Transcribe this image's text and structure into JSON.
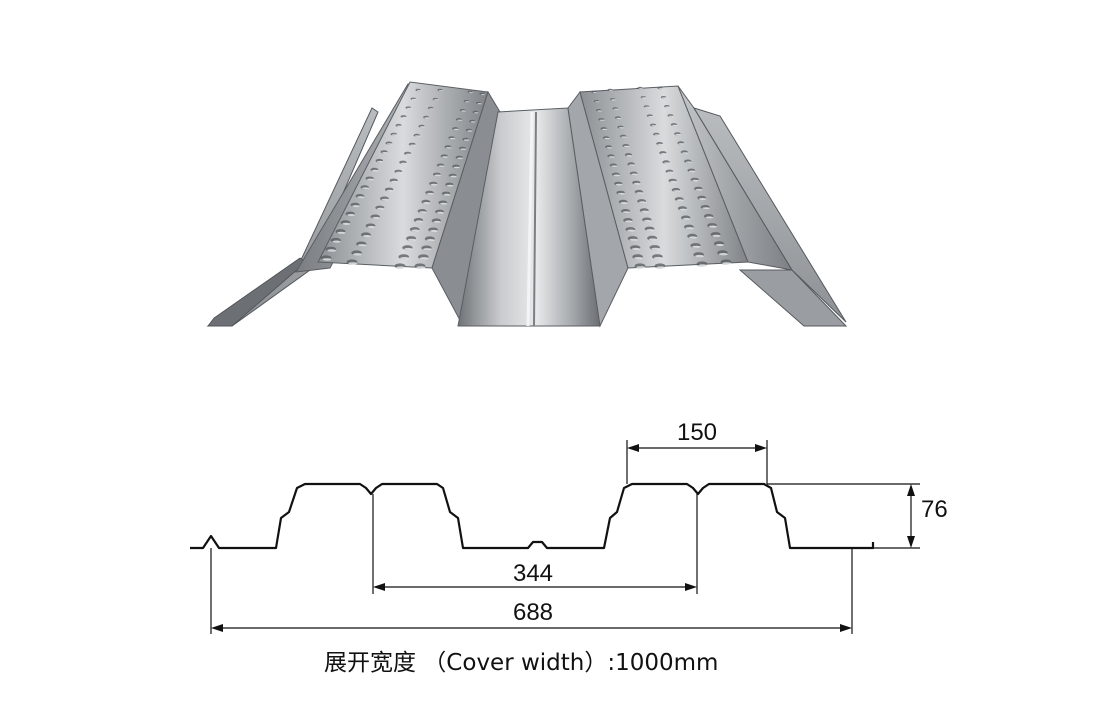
{
  "dimensions": {
    "top_rib_width": "150",
    "profile_height": "76",
    "rib_pitch": "344",
    "double_pitch": "688"
  },
  "caption": {
    "text": "展开宽度 （Cover width）:1000mm"
  },
  "colors": {
    "steel_light": "#d6d8da",
    "steel_mid": "#9ea2a6",
    "steel_dark": "#5f6368",
    "line": "#111111"
  }
}
